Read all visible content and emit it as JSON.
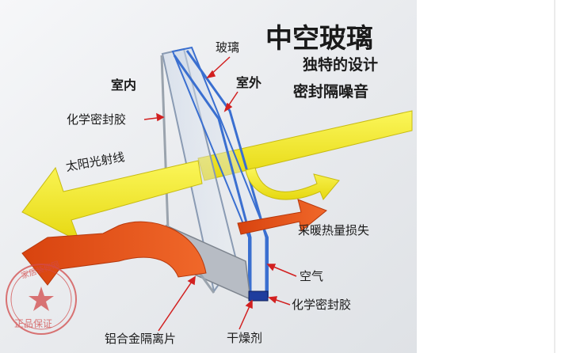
{
  "title": "中空玻璃",
  "subtitle_line1": "独特的设计",
  "subtitle_line2": "密封隔噪音",
  "labels": {
    "glass": "玻璃",
    "indoor": "室内",
    "outdoor": "室外",
    "sealant_top": "化学密封胶",
    "sunlight": "太阳光射线",
    "heat_loss": "采暖热量损失",
    "air": "空气",
    "sealant_bottom": "化学密封胶",
    "spacer": "铝合金隔离片",
    "desiccant": "干燥剂"
  },
  "stamp": {
    "top_text": "家居装修网",
    "bottom_text": "正品保证"
  },
  "colors": {
    "background": "#eef0f3",
    "glass_edge": "#3a6fd0",
    "yellow_arrow": "#f5ef2a",
    "red_arrow": "#e3541b",
    "stamp": "#d24a4a"
  }
}
